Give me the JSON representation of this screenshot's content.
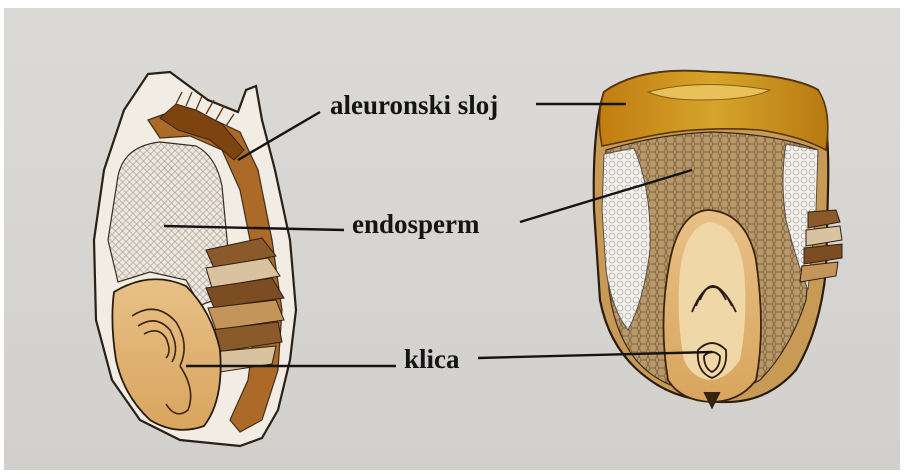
{
  "labels": {
    "aleurone": "aleuronski sloj",
    "endosperm": "endosperm",
    "embryo": "klica"
  },
  "colors": {
    "background": "#d6d4d1",
    "aleurone_layer": "#c48a16",
    "endosperm_fill": "#b79567",
    "embryo_fill": "#e2b273",
    "leader_line": "#141414"
  }
}
